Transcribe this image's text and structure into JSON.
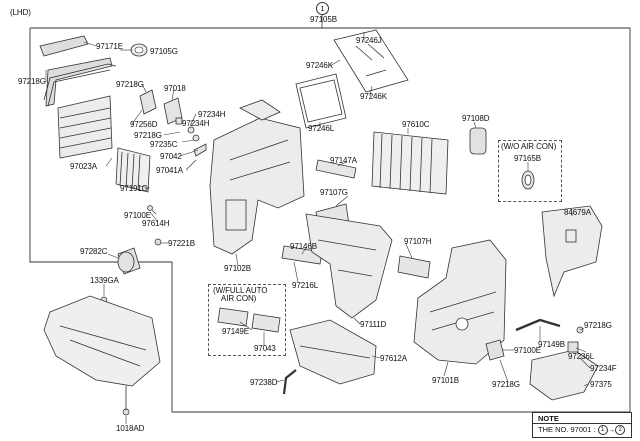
{
  "header": {
    "variant": "(LHD)",
    "callout_number": "1",
    "assembly_code": "97105B"
  },
  "labels": {
    "p97171E": "97171E",
    "p97105G": "97105G",
    "p97218G_a": "97218G",
    "p97218G_b": "97218G",
    "p97018": "97018",
    "p97256D": "97256D",
    "p97234H_a": "97234H",
    "p97234H_b": "97234H",
    "p97218G_c": "97218G",
    "p97235C": "97235C",
    "p97023A": "97023A",
    "p97042": "97042",
    "p97191G": "97191G",
    "p97041A": "97041A",
    "p97100E_a": "97100E",
    "p97614H": "97614H",
    "p97221B": "97221B",
    "p97282C": "97282C",
    "p1339GA": "1339GA",
    "p97102B": "97102B",
    "p97149E": "97149E",
    "p97043": "97043",
    "p97238D": "97238D",
    "p1018AD": "1018AD",
    "p97246J": "97246J",
    "p97246K_a": "97246K",
    "p97246K_b": "97246K",
    "p97246L": "97246L",
    "p97610C": "97610C",
    "p97108D": "97108D",
    "p97165B": "97165B",
    "p97147A": "97147A",
    "p97107G": "97107G",
    "p97146B": "97146B",
    "p97216L": "97216L",
    "p97107H": "97107H",
    "p84679A": "84679A",
    "p97111D": "97111D",
    "p97612A": "97612A",
    "p97101B": "97101B",
    "p97100E_b": "97100E",
    "p97149B": "97149B",
    "p97218G_d": "97218G",
    "p97218G_e": "97218G",
    "p97236L": "97236L",
    "p97234F": "97234F",
    "p97375": "97375"
  },
  "groups": {
    "wo_aircon": "(W/O AIR CON)",
    "wfull_auto_line1": "(W/FULL AUTO",
    "wfull_auto_line2": "AIR CON)"
  },
  "note": {
    "title": "NOTE",
    "text": "THE NO. 97001 :",
    "circle_from": "1",
    "arrow": "→",
    "circle_to": "2"
  },
  "colors": {
    "line": "#222222",
    "part_fill": "#e9e9e9",
    "part_stroke": "#333333"
  }
}
